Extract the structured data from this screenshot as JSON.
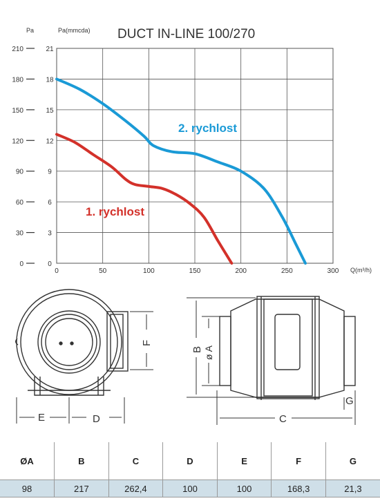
{
  "chart_data": {
    "type": "line",
    "title": "DUCT IN-LINE 100/270",
    "xlabel": "Q(m³/h)",
    "ylabel_left": "Pa",
    "ylabel_right": "Pa(mmcda)",
    "xlim": [
      0,
      300
    ],
    "ylim": [
      0,
      210
    ],
    "ylim_right": [
      0,
      21
    ],
    "x_ticks": [
      0,
      50,
      100,
      150,
      200,
      250,
      300
    ],
    "y_ticks": [
      0,
      30,
      60,
      90,
      120,
      150,
      180,
      210
    ],
    "y_ticks_right": [
      0,
      3,
      6,
      9,
      12,
      15,
      18,
      21
    ],
    "grid": true,
    "series": [
      {
        "name": "1. rychlost",
        "color": "#d3312a",
        "points": [
          [
            0,
            126
          ],
          [
            20,
            118
          ],
          [
            40,
            106
          ],
          [
            60,
            94
          ],
          [
            75,
            82
          ],
          [
            85,
            77
          ],
          [
            100,
            75
          ],
          [
            115,
            73
          ],
          [
            130,
            67
          ],
          [
            145,
            58
          ],
          [
            160,
            45
          ],
          [
            175,
            22
          ],
          [
            190,
            0
          ]
        ]
      },
      {
        "name": "2. rychlost",
        "color": "#1a9ad6",
        "points": [
          [
            0,
            180
          ],
          [
            25,
            170
          ],
          [
            50,
            156
          ],
          [
            75,
            139
          ],
          [
            95,
            124
          ],
          [
            105,
            115
          ],
          [
            125,
            109
          ],
          [
            150,
            107
          ],
          [
            175,
            99
          ],
          [
            200,
            90
          ],
          [
            225,
            73
          ],
          [
            245,
            45
          ],
          [
            260,
            18
          ],
          [
            270,
            0
          ]
        ]
      }
    ]
  },
  "drawing": {
    "labels_front": [
      "E",
      "D",
      "F"
    ],
    "labels_side": [
      "B",
      "ø A",
      "C",
      "G"
    ]
  },
  "specs": {
    "headers": [
      "ØA",
      "B",
      "C",
      "D",
      "E",
      "F",
      "G"
    ],
    "values": [
      "98",
      "217",
      "262,4",
      "100",
      "100",
      "168,3",
      "21,3"
    ]
  }
}
